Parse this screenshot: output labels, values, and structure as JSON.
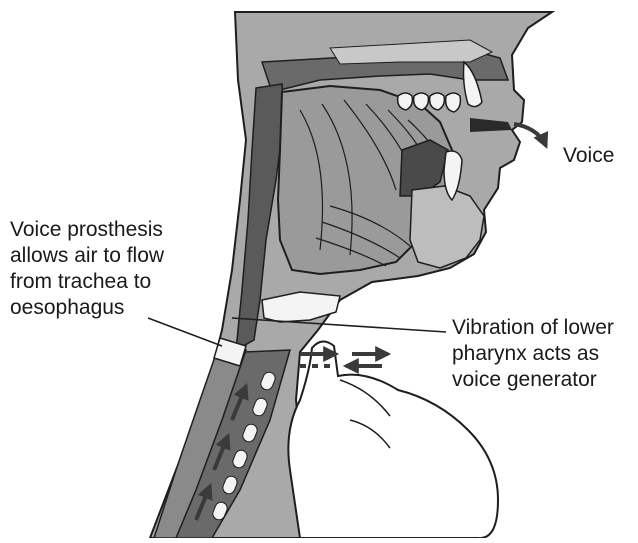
{
  "labels": {
    "voice": "Voice",
    "prosthesis": [
      "Voice prosthesis",
      "allows air to flow",
      "from trachea to",
      "oesophagus"
    ],
    "vibration": [
      "Vibration of lower",
      "pharynx acts as",
      "voice generator"
    ]
  },
  "colors": {
    "skin": "#a9a9a9",
    "outline": "#1e1e1e",
    "tongue": "#9a9a9a",
    "cavity": "#6a6a6a",
    "airway": "#4a4a4a",
    "white": "#f4f4f4",
    "arrow": "#3a3a3a"
  },
  "icons": [
    "voice-arrow-icon",
    "airflow-arrow-icon",
    "finger-icon"
  ]
}
